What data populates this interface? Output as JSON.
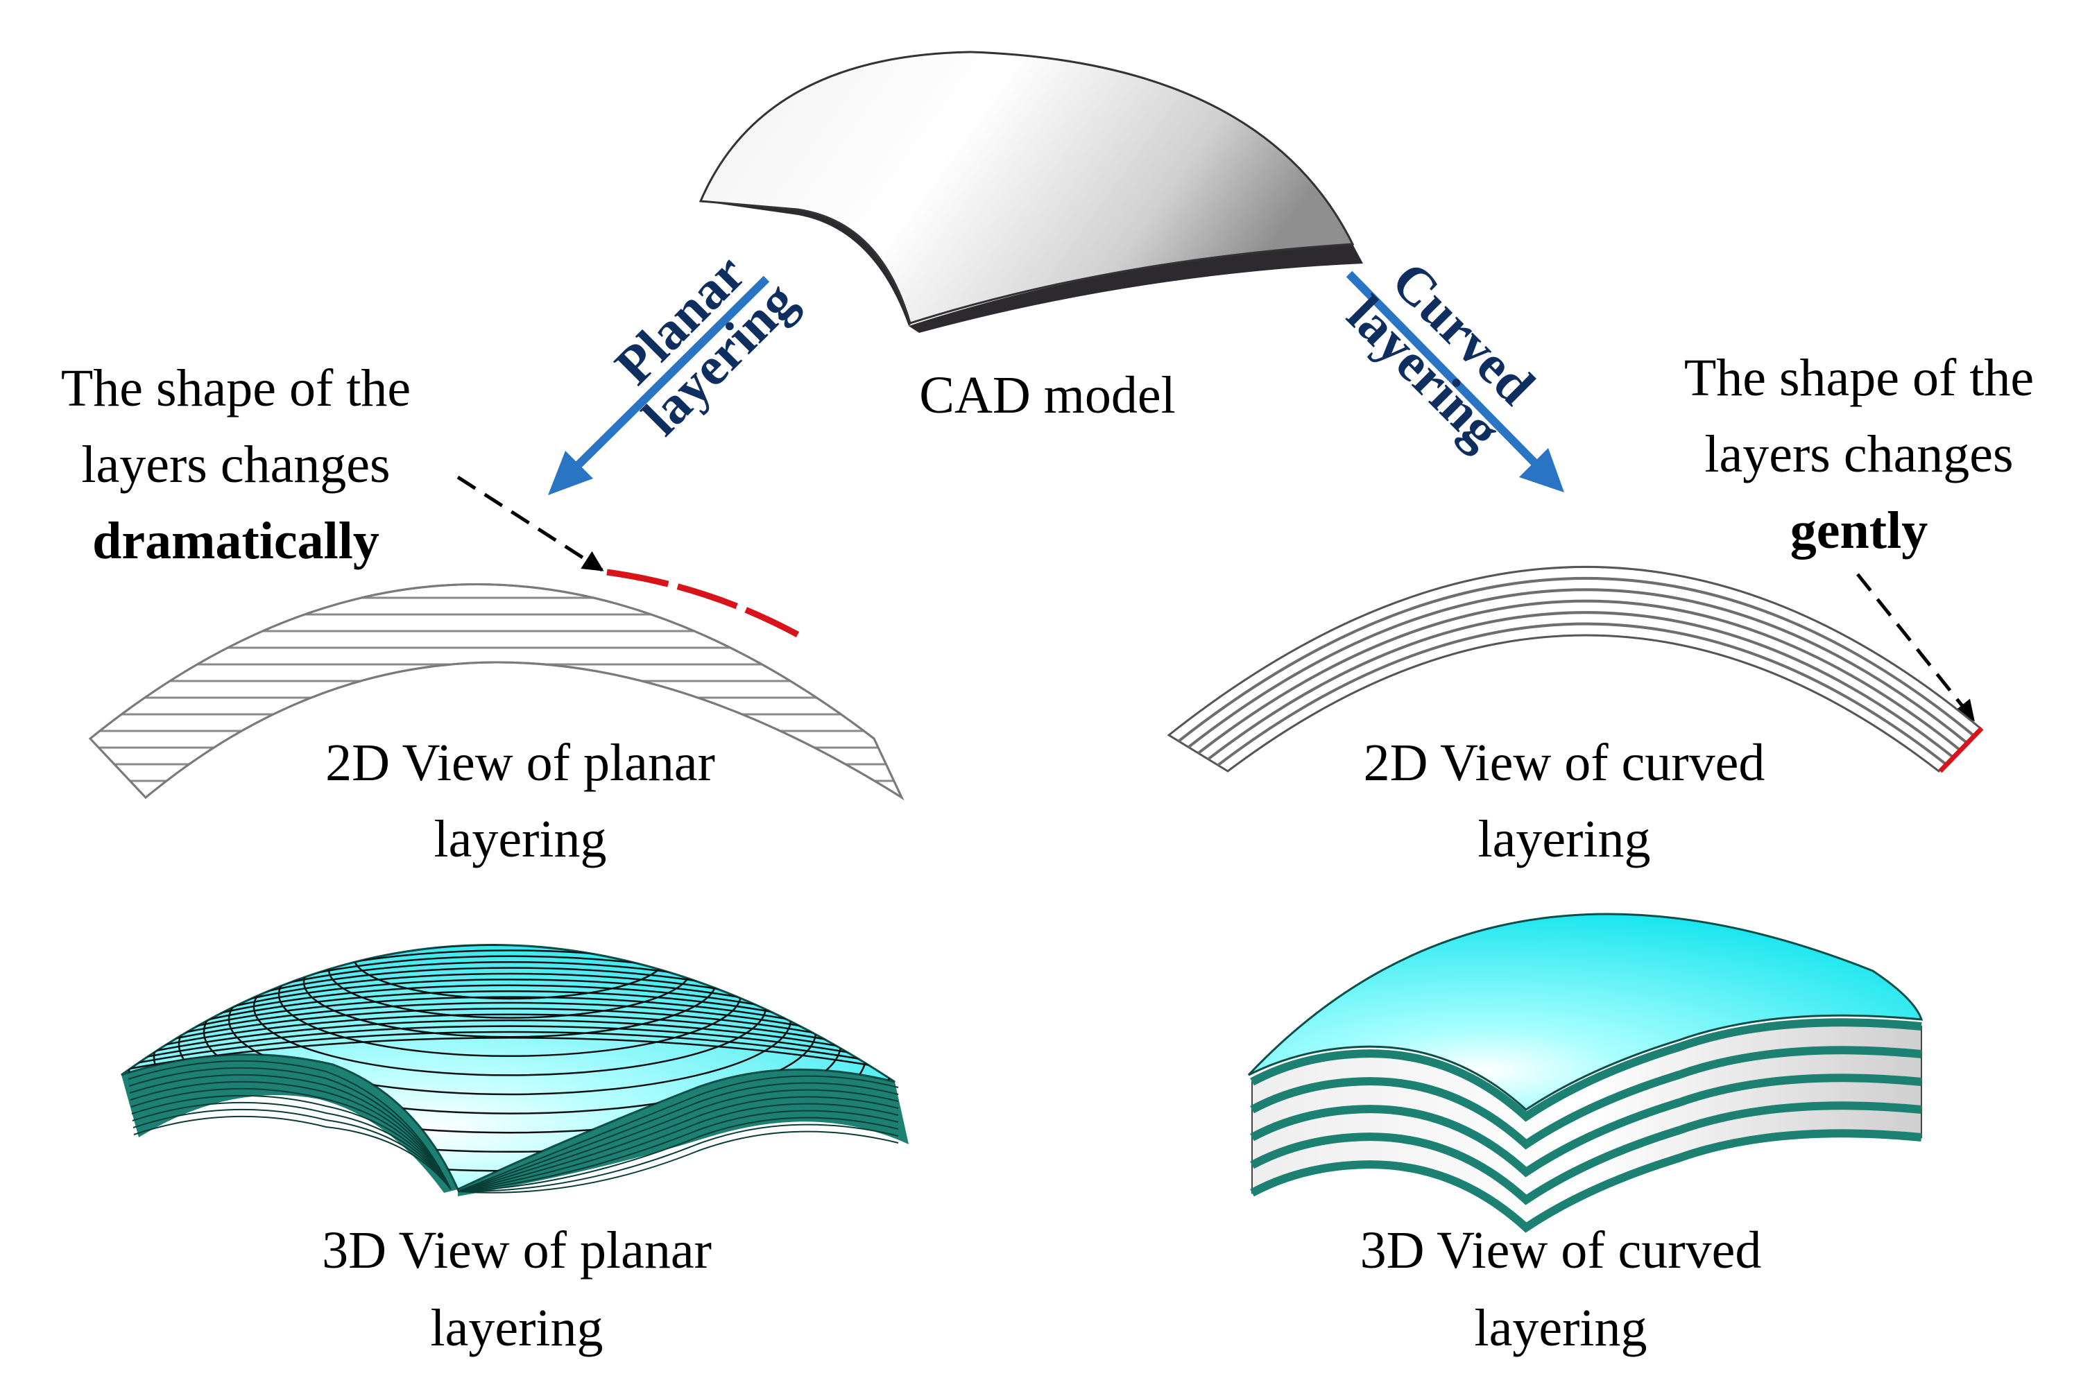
{
  "cad_model": {
    "label": "CAD model"
  },
  "planar_arrow": {
    "line1": "Planar",
    "line2": "layering"
  },
  "curved_arrow": {
    "line1": "Curved",
    "line2": "layering"
  },
  "planar_note": {
    "line1": "The shape of the",
    "line2": "layers changes",
    "emphasis": "dramatically"
  },
  "curved_note": {
    "line1": "The shape of the",
    "line2": "layers changes",
    "emphasis": "gently"
  },
  "planar_2d": {
    "line1": "2D View of planar",
    "line2": "layering"
  },
  "curved_2d": {
    "line1": "2D View of curved",
    "line2": "layering"
  },
  "planar_3d": {
    "line1": "3D View of planar",
    "line2": "layering"
  },
  "curved_3d": {
    "line1": "3D View of curved",
    "line2": "layering"
  },
  "colors": {
    "arrow_blue": "#2a74c4",
    "arrow_text": "#0d2e5e",
    "highlight_red": "#d8141a",
    "cyan_surface": "#3ff0f0",
    "teal_edge": "#1c8073",
    "layer_gray": "#8a8a8a"
  }
}
